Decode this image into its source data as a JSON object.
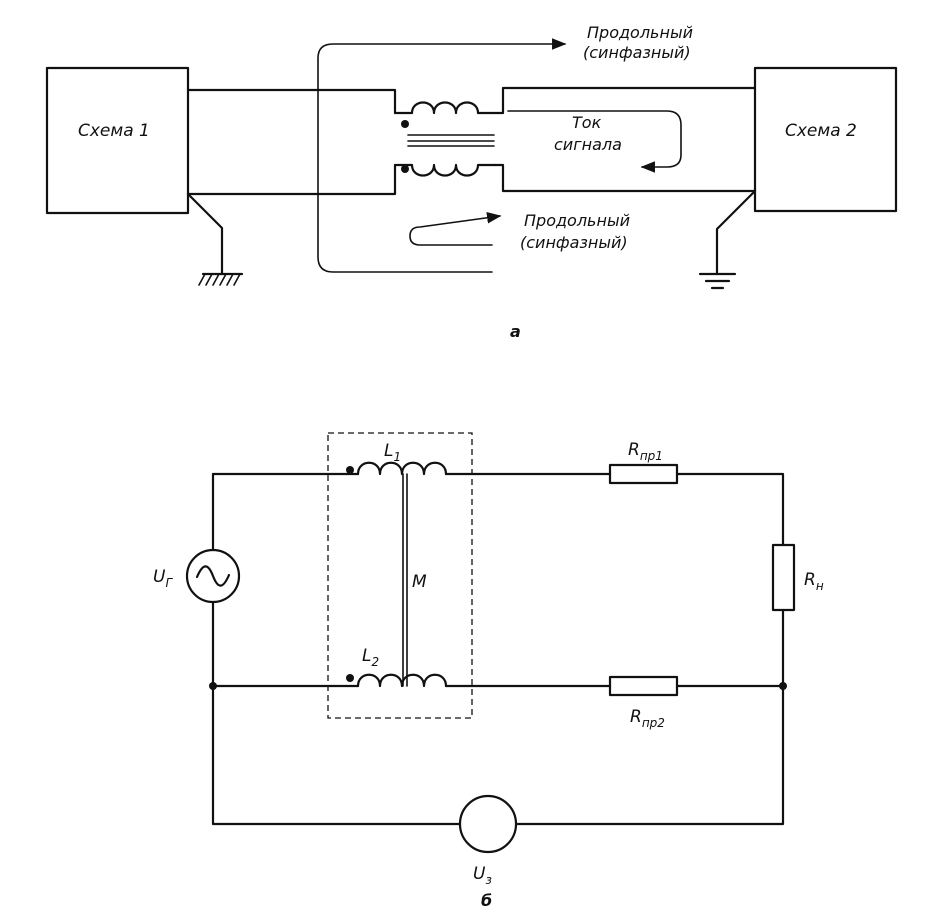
{
  "part_a": {
    "circuit1_label": "Схема 1",
    "circuit2_label": "Схема 2",
    "signal_current_line1": "Ток",
    "signal_current_line2": "сигнала",
    "longitudinal_top_line1": "Продольный",
    "longitudinal_top_line2": "(синфазный)",
    "longitudinal_bottom_line1": "Продольный",
    "longitudinal_bottom_line2": "(синфазный)",
    "caption": "а"
  },
  "part_b": {
    "L1": {
      "main": "L",
      "sub": "1"
    },
    "L2": {
      "main": "L",
      "sub": "2"
    },
    "M": "M",
    "Ug": {
      "main": "U",
      "sub": "Г"
    },
    "Us": {
      "main": "U",
      "sub": "з"
    },
    "Rpr1": {
      "main": "R",
      "sub": "пр1"
    },
    "Rpr2": {
      "main": "R",
      "sub": "пр2"
    },
    "Rn": {
      "main": "R",
      "sub": "н"
    },
    "caption": "б"
  }
}
